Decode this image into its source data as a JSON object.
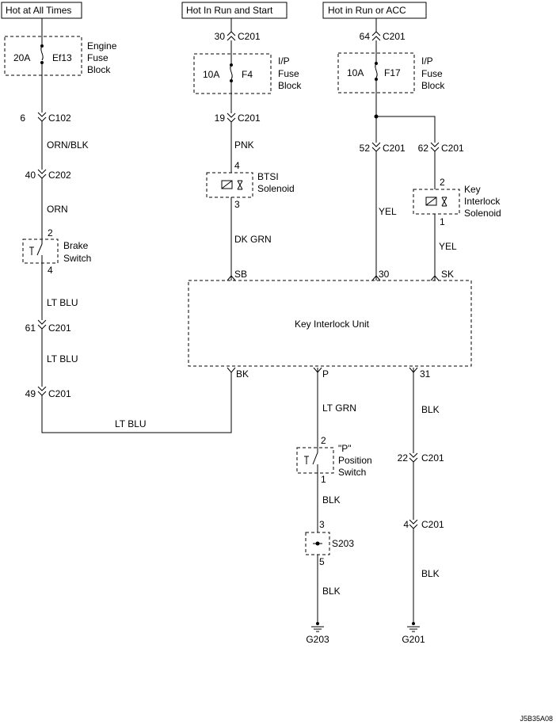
{
  "power_sources": {
    "hot_at_all_times": "Hot at All Times",
    "hot_in_run_and_start": "Hot In Run and Start",
    "hot_in_run_or_acc": "Hot in Run or ACC"
  },
  "fuses": {
    "ef13": {
      "rating": "20A",
      "name": "Ef13",
      "block": [
        "Engine",
        "Fuse",
        "Block"
      ]
    },
    "f4": {
      "rating": "10A",
      "name": "F4",
      "block": [
        "I/P",
        "Fuse",
        "Block"
      ]
    },
    "f17": {
      "rating": "10A",
      "name": "F17",
      "block": [
        "I/P",
        "Fuse",
        "Block"
      ]
    }
  },
  "connectors": {
    "c201_30": {
      "pin": "30",
      "name": "C201"
    },
    "c201_64": {
      "pin": "64",
      "name": "C201"
    },
    "c102_6": {
      "pin": "6",
      "name": "C102"
    },
    "c201_19": {
      "pin": "19",
      "name": "C201"
    },
    "c201_52": {
      "pin": "52",
      "name": "C201"
    },
    "c201_62": {
      "pin": "62",
      "name": "C201"
    },
    "c202_40": {
      "pin": "40",
      "name": "C202"
    },
    "c201_61": {
      "pin": "61",
      "name": "C201"
    },
    "c201_49": {
      "pin": "49",
      "name": "C201"
    },
    "c201_22": {
      "pin": "22",
      "name": "C201"
    },
    "c201_4": {
      "pin": "4",
      "name": "C201"
    }
  },
  "wires": {
    "orn_blk": "ORN/BLK",
    "orn": "ORN",
    "lt_blu_1": "LT BLU",
    "lt_blu_2": "LT BLU",
    "lt_blu_3": "LT BLU",
    "pnk": "PNK",
    "dk_grn": "DK GRN",
    "yel_1": "YEL",
    "yel_2": "YEL",
    "lt_grn": "LT GRN",
    "blk_1": "BLK",
    "blk_2": "BLK",
    "blk_3": "BLK",
    "blk_4": "BLK"
  },
  "components": {
    "brake_switch": {
      "label": [
        "Brake",
        "Switch"
      ],
      "pin_top": "2",
      "pin_bottom": "4"
    },
    "btsi_solenoid": {
      "label": [
        "BTSI",
        "Solenoid"
      ],
      "pin_top": "4",
      "pin_bottom": "3"
    },
    "key_interlock_solenoid": {
      "label": [
        "Key",
        "Interlock",
        "Solenoid"
      ],
      "pin_top": "2",
      "pin_bottom": "1"
    },
    "p_position_switch": {
      "label": [
        "\"P\"",
        "Position",
        "Switch"
      ],
      "pin_top": "2",
      "pin_bottom": "1"
    },
    "splice_s203": {
      "label": "S203",
      "pin_top": "3",
      "pin_bottom": "5"
    },
    "key_interlock_unit": {
      "label": "Key Interlock Unit",
      "pins_top": [
        "SB",
        "30",
        "SK"
      ],
      "pins_bottom": [
        "BK",
        "P",
        "31"
      ]
    }
  },
  "grounds": {
    "g203": "G203",
    "g201": "G201"
  },
  "figure_code": "J5B35A08"
}
